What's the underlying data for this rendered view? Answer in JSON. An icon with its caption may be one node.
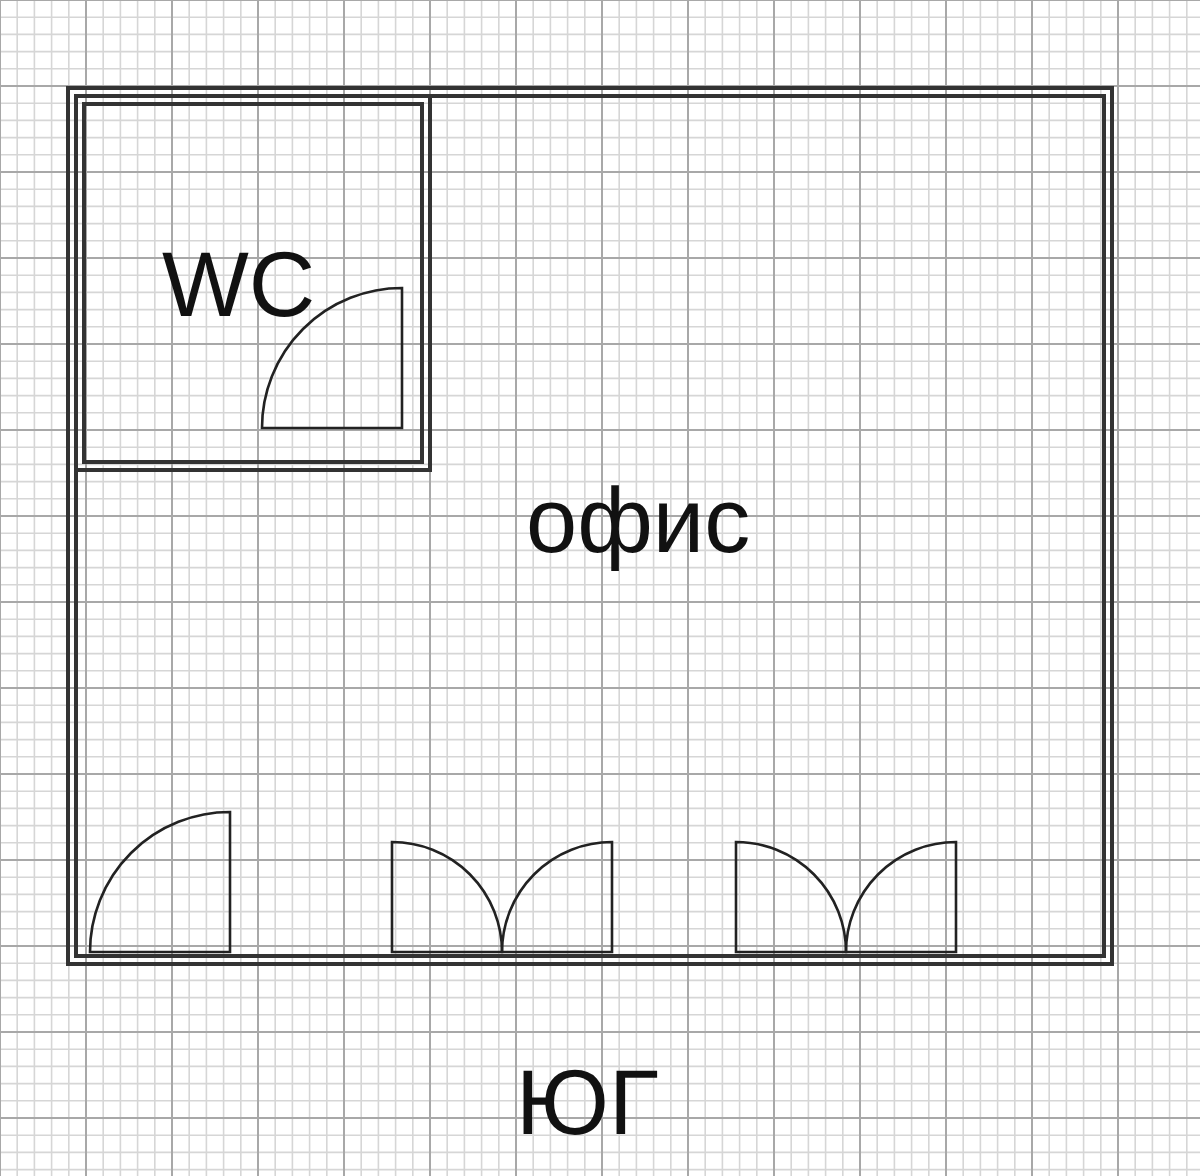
{
  "diagram": {
    "nodes": [
      {
        "text": [
          "офис"
        ]
      },
      {
        "text": [
          "WC"
        ],
        "in": 0
      }
    ],
    "labels": [
      "ЮГ"
    ]
  }
}
